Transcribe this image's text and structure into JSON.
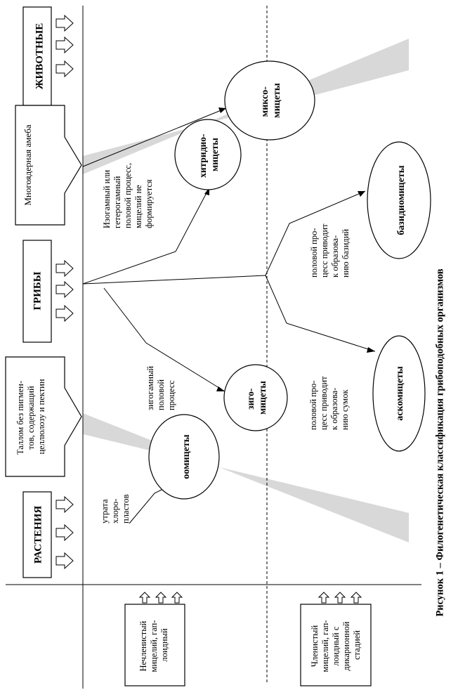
{
  "diagram": {
    "caption": "Рисунок 1 – Филогенетическая классификация грибоподобных организмов",
    "groups": {
      "animals": "ЖИВОТНЫЕ",
      "fungi": "ГРИБЫ",
      "plants": "РАСТЕНИЯ"
    },
    "ancestors": {
      "amoeba": "Многоядерная амеба",
      "thallus": [
        "Таллом без пигмен-",
        "тов, содержащий",
        "целлюлозу и пектин"
      ]
    },
    "taxa": {
      "myxomycetes": [
        "миксо-",
        "мицеты"
      ],
      "chytridiomycetes": [
        "хитридио-",
        "мицеты"
      ],
      "basidiomycetes": "базидиомицеты",
      "ascomycetes": "аскомицеты",
      "zygomycetes": [
        "зиго-",
        "мицеты"
      ],
      "oomycetes": "оомицеты"
    },
    "annotations": {
      "isogamous": [
        "Изогамный или",
        "гетерогамный",
        "половой процесс,",
        "мицелий не",
        "формируется"
      ],
      "basidia": [
        "половой про-",
        "цесс приводит",
        "к образова-",
        "нию базидий"
      ],
      "asci": [
        "половой про-",
        "цесс приводит",
        "к образова-",
        "нию сумок"
      ],
      "zygogamous": [
        "зигогамный",
        "половой",
        "процесс"
      ],
      "chloroplast_loss": [
        "утрата",
        "хлоро-",
        "пластов"
      ]
    },
    "mycelium": {
      "nonseptate": [
        "Нечленистый",
        "мицелий, гап-",
        "лоидный"
      ],
      "septate": [
        "Членистый",
        "мицелий, гап-",
        "лоидный с",
        "дикарионной",
        "стадией"
      ]
    }
  }
}
